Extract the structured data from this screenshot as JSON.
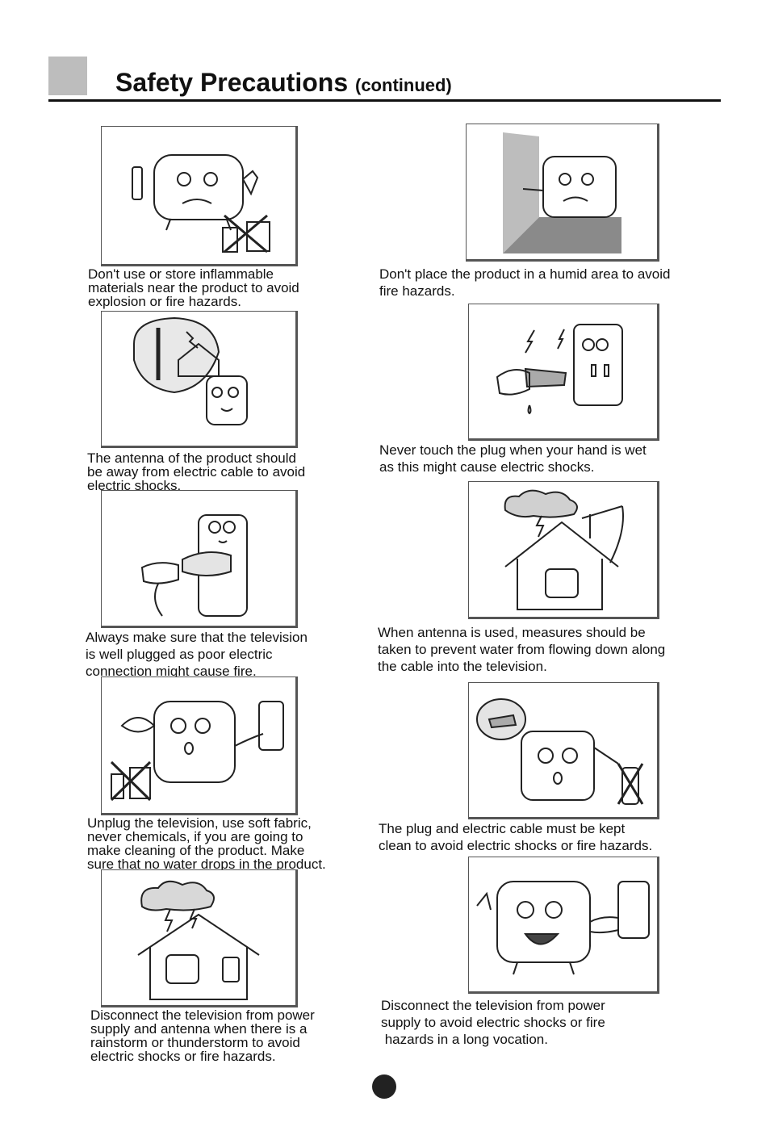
{
  "header": {
    "title": "Safety Precautions",
    "subtitle": "(continued)"
  },
  "left_column": [
    {
      "illustration": "tv-with-flammable-bottles-icon",
      "caption": [
        "Don't use or store inflammable",
        "materials near the product to avoid",
        "explosion or fire hazards."
      ]
    },
    {
      "illustration": "antenna-near-power-line-icon",
      "caption": [
        "The antenna of the product should",
        "be away from electric cable to avoid",
        "electric shocks."
      ]
    },
    {
      "illustration": "hand-inserting-plug-icon",
      "caption": [
        "Always make sure that the television",
        "is well plugged as poor electric",
        "connection might cause fire."
      ]
    },
    {
      "illustration": "tv-cleaning-unplug-icon",
      "caption": [
        "Unplug the television, use soft fabric,",
        "never chemicals, if you are going to",
        "make cleaning of the product. Make",
        "sure that no water drops in the product."
      ]
    },
    {
      "illustration": "house-in-thunderstorm-icon",
      "caption": [
        "Disconnect the television from power",
        "supply and antenna when there is a",
        "rainstorm or thunderstorm to avoid",
        "electric shocks or fire hazards."
      ]
    }
  ],
  "right_column": [
    {
      "illustration": "tv-in-humid-corner-icon",
      "caption": [
        "Don't place the product in a humid area to avoid",
        "fire hazards."
      ]
    },
    {
      "illustration": "wet-hand-plug-icon",
      "caption": [
        "Never touch the plug when your hand is wet",
        "as this might cause electric shocks."
      ]
    },
    {
      "illustration": "house-antenna-rain-icon",
      "caption": [
        "When antenna is used, measures should be",
        "taken to prevent water from flowing down along",
        "the cable into the television."
      ]
    },
    {
      "illustration": "clean-plug-no-spray-icon",
      "caption": [
        "The plug and electric cable must be kept",
        "clean to avoid electric shocks or fire hazards."
      ]
    },
    {
      "illustration": "tv-unplugging-icon",
      "caption": [
        "Disconnect the television from power",
        "supply to avoid electric shocks or fire",
        " hazards in a long vocation."
      ]
    }
  ],
  "colors": {
    "frame_border": "#555555",
    "tab_square": "#bdbdbd",
    "text": "#111111"
  }
}
